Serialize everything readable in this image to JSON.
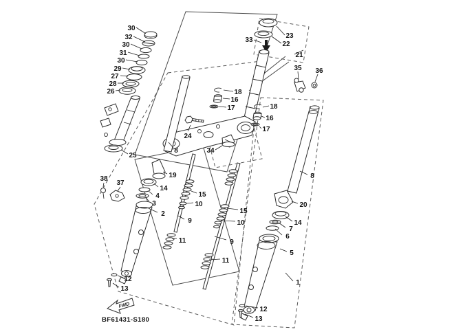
{
  "diagram": {
    "part_code": "BF61431-S180",
    "fwd_label": "FWD",
    "line_color": "#2b2b2b",
    "box_color": "#5a5a5a",
    "callouts": [
      "30",
      "32",
      "30",
      "31",
      "30",
      "29",
      "27",
      "28",
      "26",
      "25",
      "38",
      "37",
      "33",
      "23",
      "22",
      "21",
      "35",
      "36",
      "18",
      "16",
      "17",
      "18",
      "16",
      "17",
      "24",
      "34",
      "8",
      "8",
      "19",
      "14",
      "4",
      "3",
      "2",
      "15",
      "10",
      "9",
      "11",
      "15",
      "10",
      "9",
      "11",
      "20",
      "14",
      "7",
      "6",
      "5",
      "1",
      "12",
      "13",
      "12",
      "13"
    ]
  }
}
